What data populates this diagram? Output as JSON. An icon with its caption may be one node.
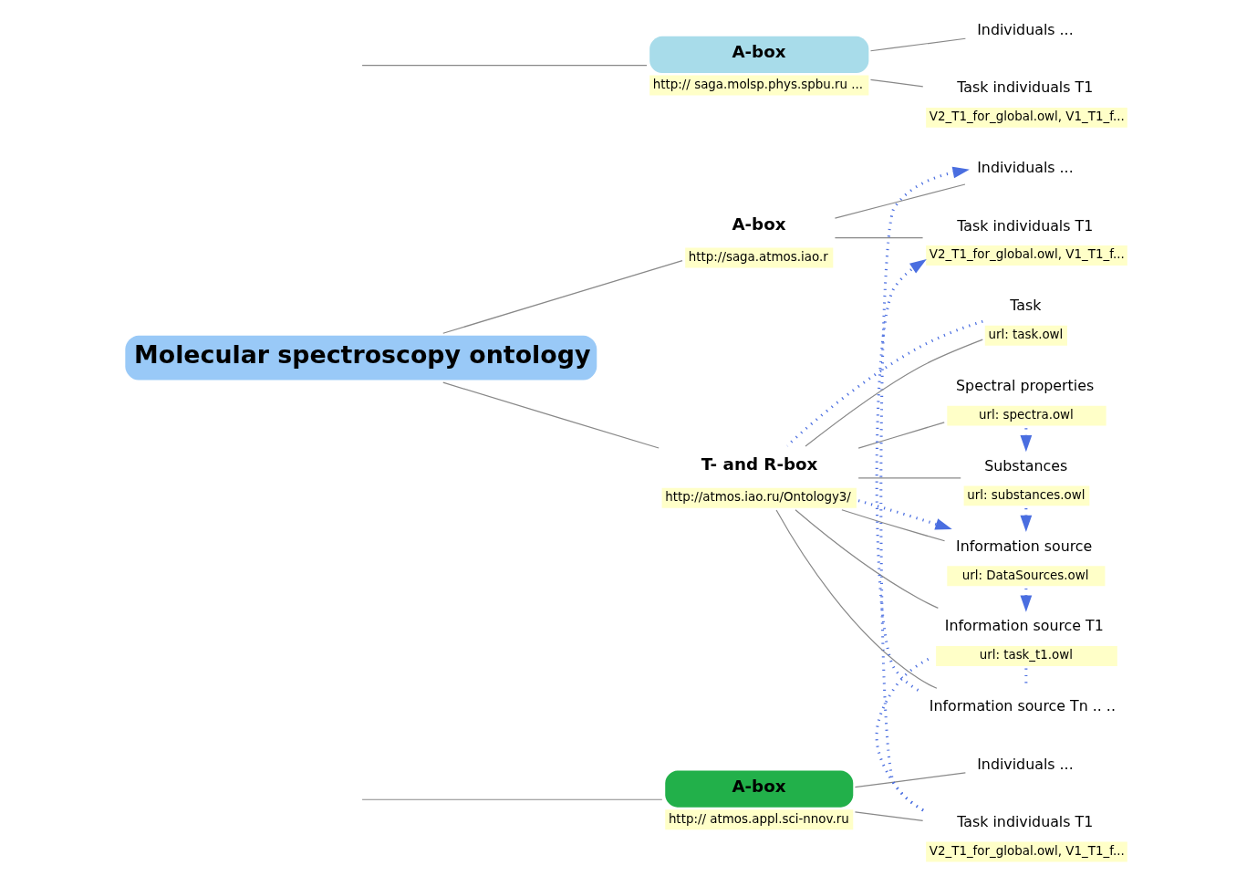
{
  "diagram": {
    "nodes": [
      {
        "text": [
          "Molecular spectroscopy ontology"
        ]
      },
      {
        "text": [
          "A-box",
          "http:// saga.molsp.phys.spbu.ru ..."
        ]
      },
      {
        "text": [
          "Individuals ..."
        ]
      },
      {
        "text": [
          "Task individuals T1",
          "V2_T1_for_global.owl, V1_T1_f..."
        ]
      },
      {
        "text": [
          "A-box",
          "http:// atmos.appl.sci-nnov.ru"
        ]
      },
      {
        "text": [
          "Individuals ..."
        ]
      },
      {
        "text": [
          "Task individuals T1",
          "V2_T1_for_global.owl, V1_T1_f..."
        ]
      },
      {
        "text": [
          "A-box",
          "http://saga.atmos.iao.r"
        ]
      },
      {
        "text": [
          "Individuals ..."
        ]
      },
      {
        "text": [
          "Task individuals T1",
          "V2_T1_for_global.owl, V1_T1_f..."
        ]
      },
      {
        "text": [
          "T- and R-box",
          "http://atmos.iao.ru/Ontology3/"
        ]
      },
      {
        "text": [
          "Task",
          "url: task.owl"
        ]
      },
      {
        "text": [
          "Spectral properties",
          "url: spectra.owl"
        ]
      },
      {
        "text": [
          "Substances",
          "url: substances.owl"
        ]
      },
      {
        "text": [
          "Information source",
          "url: DataSources.owl"
        ]
      },
      {
        "text": [
          "Information source T1",
          "url: task_t1.owl"
        ]
      },
      {
        "text": [
          "Information source Tn .. .."
        ]
      }
    ],
    "edges": [
      {
        "from": 0,
        "to": 7,
        "arrow": "none"
      },
      {
        "from": 0,
        "to": 10,
        "arrow": "none"
      },
      {
        "from": null,
        "to": 1,
        "arrow": "none"
      },
      {
        "from": 1,
        "to": 2,
        "arrow": "none"
      },
      {
        "from": 1,
        "to": 3,
        "arrow": "none"
      },
      {
        "from": null,
        "to": 4,
        "arrow": "none"
      },
      {
        "from": 4,
        "to": 5,
        "arrow": "none"
      },
      {
        "from": 4,
        "to": 6,
        "arrow": "none"
      },
      {
        "from": 7,
        "to": 8,
        "arrow": "none"
      },
      {
        "from": 7,
        "to": 9,
        "arrow": "none"
      },
      {
        "from": 10,
        "to": 11,
        "arrow": "none"
      },
      {
        "from": 10,
        "to": 12,
        "arrow": "none"
      },
      {
        "from": 10,
        "to": 13,
        "arrow": "none"
      },
      {
        "from": 10,
        "to": 14,
        "arrow": "none"
      },
      {
        "from": 10,
        "to": 15,
        "arrow": "none"
      },
      {
        "from": 10,
        "to": 16,
        "arrow": "none"
      },
      {
        "from": 6,
        "to": 8,
        "arrow": "to",
        "style": "dashed",
        "color": "#4a6ee0"
      },
      {
        "from": 6,
        "to": 15,
        "arrow": "none",
        "style": "dashed",
        "color": "#4a6ee0"
      },
      {
        "from": 16,
        "to": 9,
        "arrow": "to",
        "style": "dashed",
        "color": "#4a6ee0"
      },
      {
        "from": 11,
        "to": 10,
        "arrow": "none",
        "style": "dashed",
        "color": "#4a6ee0"
      },
      {
        "from": 10,
        "to": 14,
        "arrow": "to",
        "style": "dashed",
        "color": "#4a6ee0"
      },
      {
        "from": 12,
        "to": 13,
        "arrow": "to",
        "style": "dashed",
        "color": "#4a6ee0"
      },
      {
        "from": 13,
        "to": 14,
        "arrow": "to",
        "style": "dashed",
        "color": "#4a6ee0"
      },
      {
        "from": 14,
        "to": 15,
        "arrow": "to",
        "style": "dashed",
        "color": "#4a6ee0"
      },
      {
        "from": 15,
        "to": 16,
        "arrow": "none",
        "style": "dashed",
        "color": "#4a6ee0"
      }
    ]
  }
}
